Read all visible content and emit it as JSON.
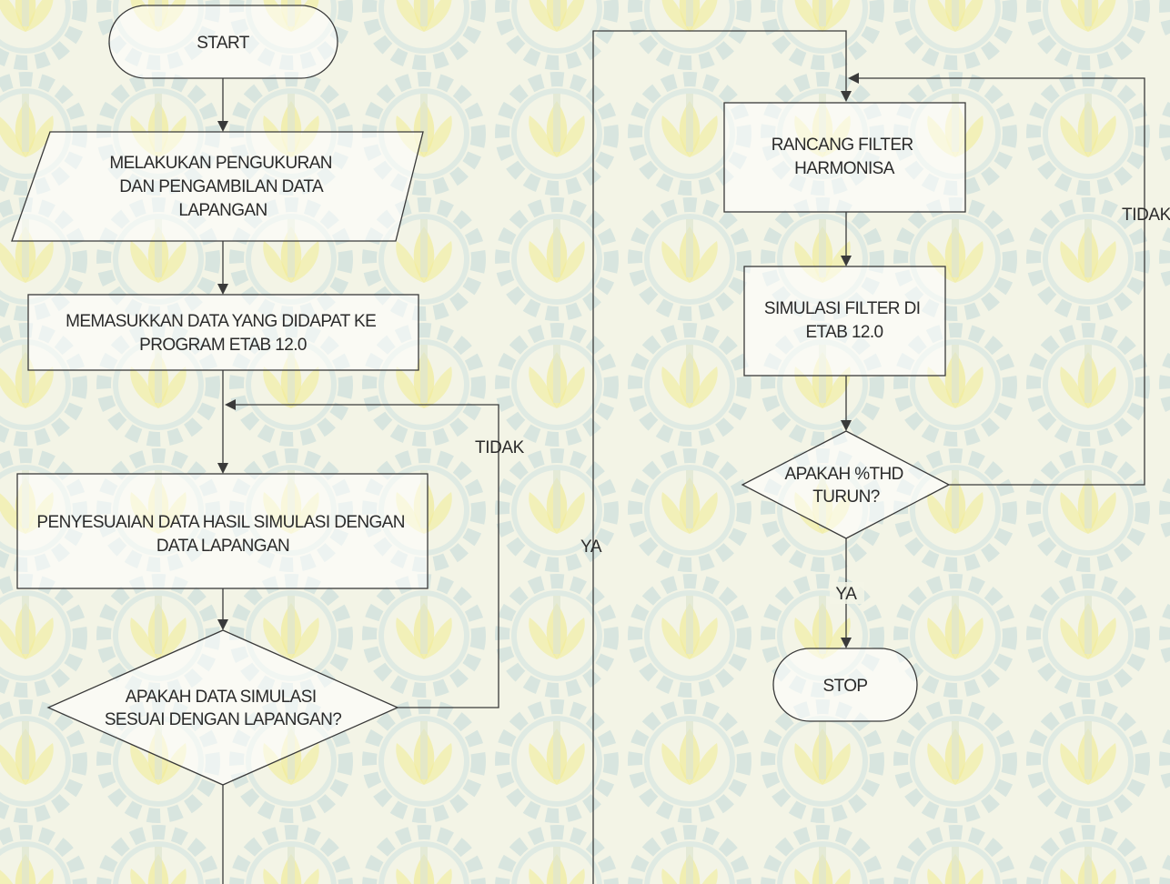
{
  "diagram": {
    "nodes": {
      "start": {
        "lines": [
          "START"
        ]
      },
      "measure": {
        "lines": [
          "MELAKUKAN  PENGUKURAN",
          "DAN PENGAMBILAN DATA",
          "LAPANGAN"
        ]
      },
      "input_etab": {
        "lines": [
          "MEMASUKKAN DATA YANG DIDAPAT  KE",
          "PROGRAM ETAB 12.0"
        ]
      },
      "adjust": {
        "lines": [
          "PENYESUAIAN DATA HASIL SIMULASI DENGAN",
          "DATA LAPANGAN"
        ]
      },
      "decision_match": {
        "lines": [
          "APAKAH DATA SIMULASI",
          "SESUAI DENGAN LAPANGAN?"
        ]
      },
      "design_filter": {
        "lines": [
          "RANCANG FILTER",
          "HARMONISA"
        ]
      },
      "simulate_filter": {
        "lines": [
          "SIMULASI FILTER DI",
          "ETAB 12.0"
        ]
      },
      "decision_thd": {
        "lines": [
          "APAKAH %THD",
          "TURUN?"
        ]
      },
      "stop": {
        "lines": [
          "STOP"
        ]
      }
    },
    "edge_labels": {
      "match_no": "TIDAK",
      "match_yes": "YA",
      "thd_no": "TIDAK",
      "thd_yes": "YA"
    }
  },
  "colors": {
    "background": "#f3f4e6",
    "stroke": "#3a3a3a",
    "text": "#2b2b2b",
    "watermark_gear": "#cfe0dc",
    "watermark_lotus": "#f2ec9a"
  }
}
